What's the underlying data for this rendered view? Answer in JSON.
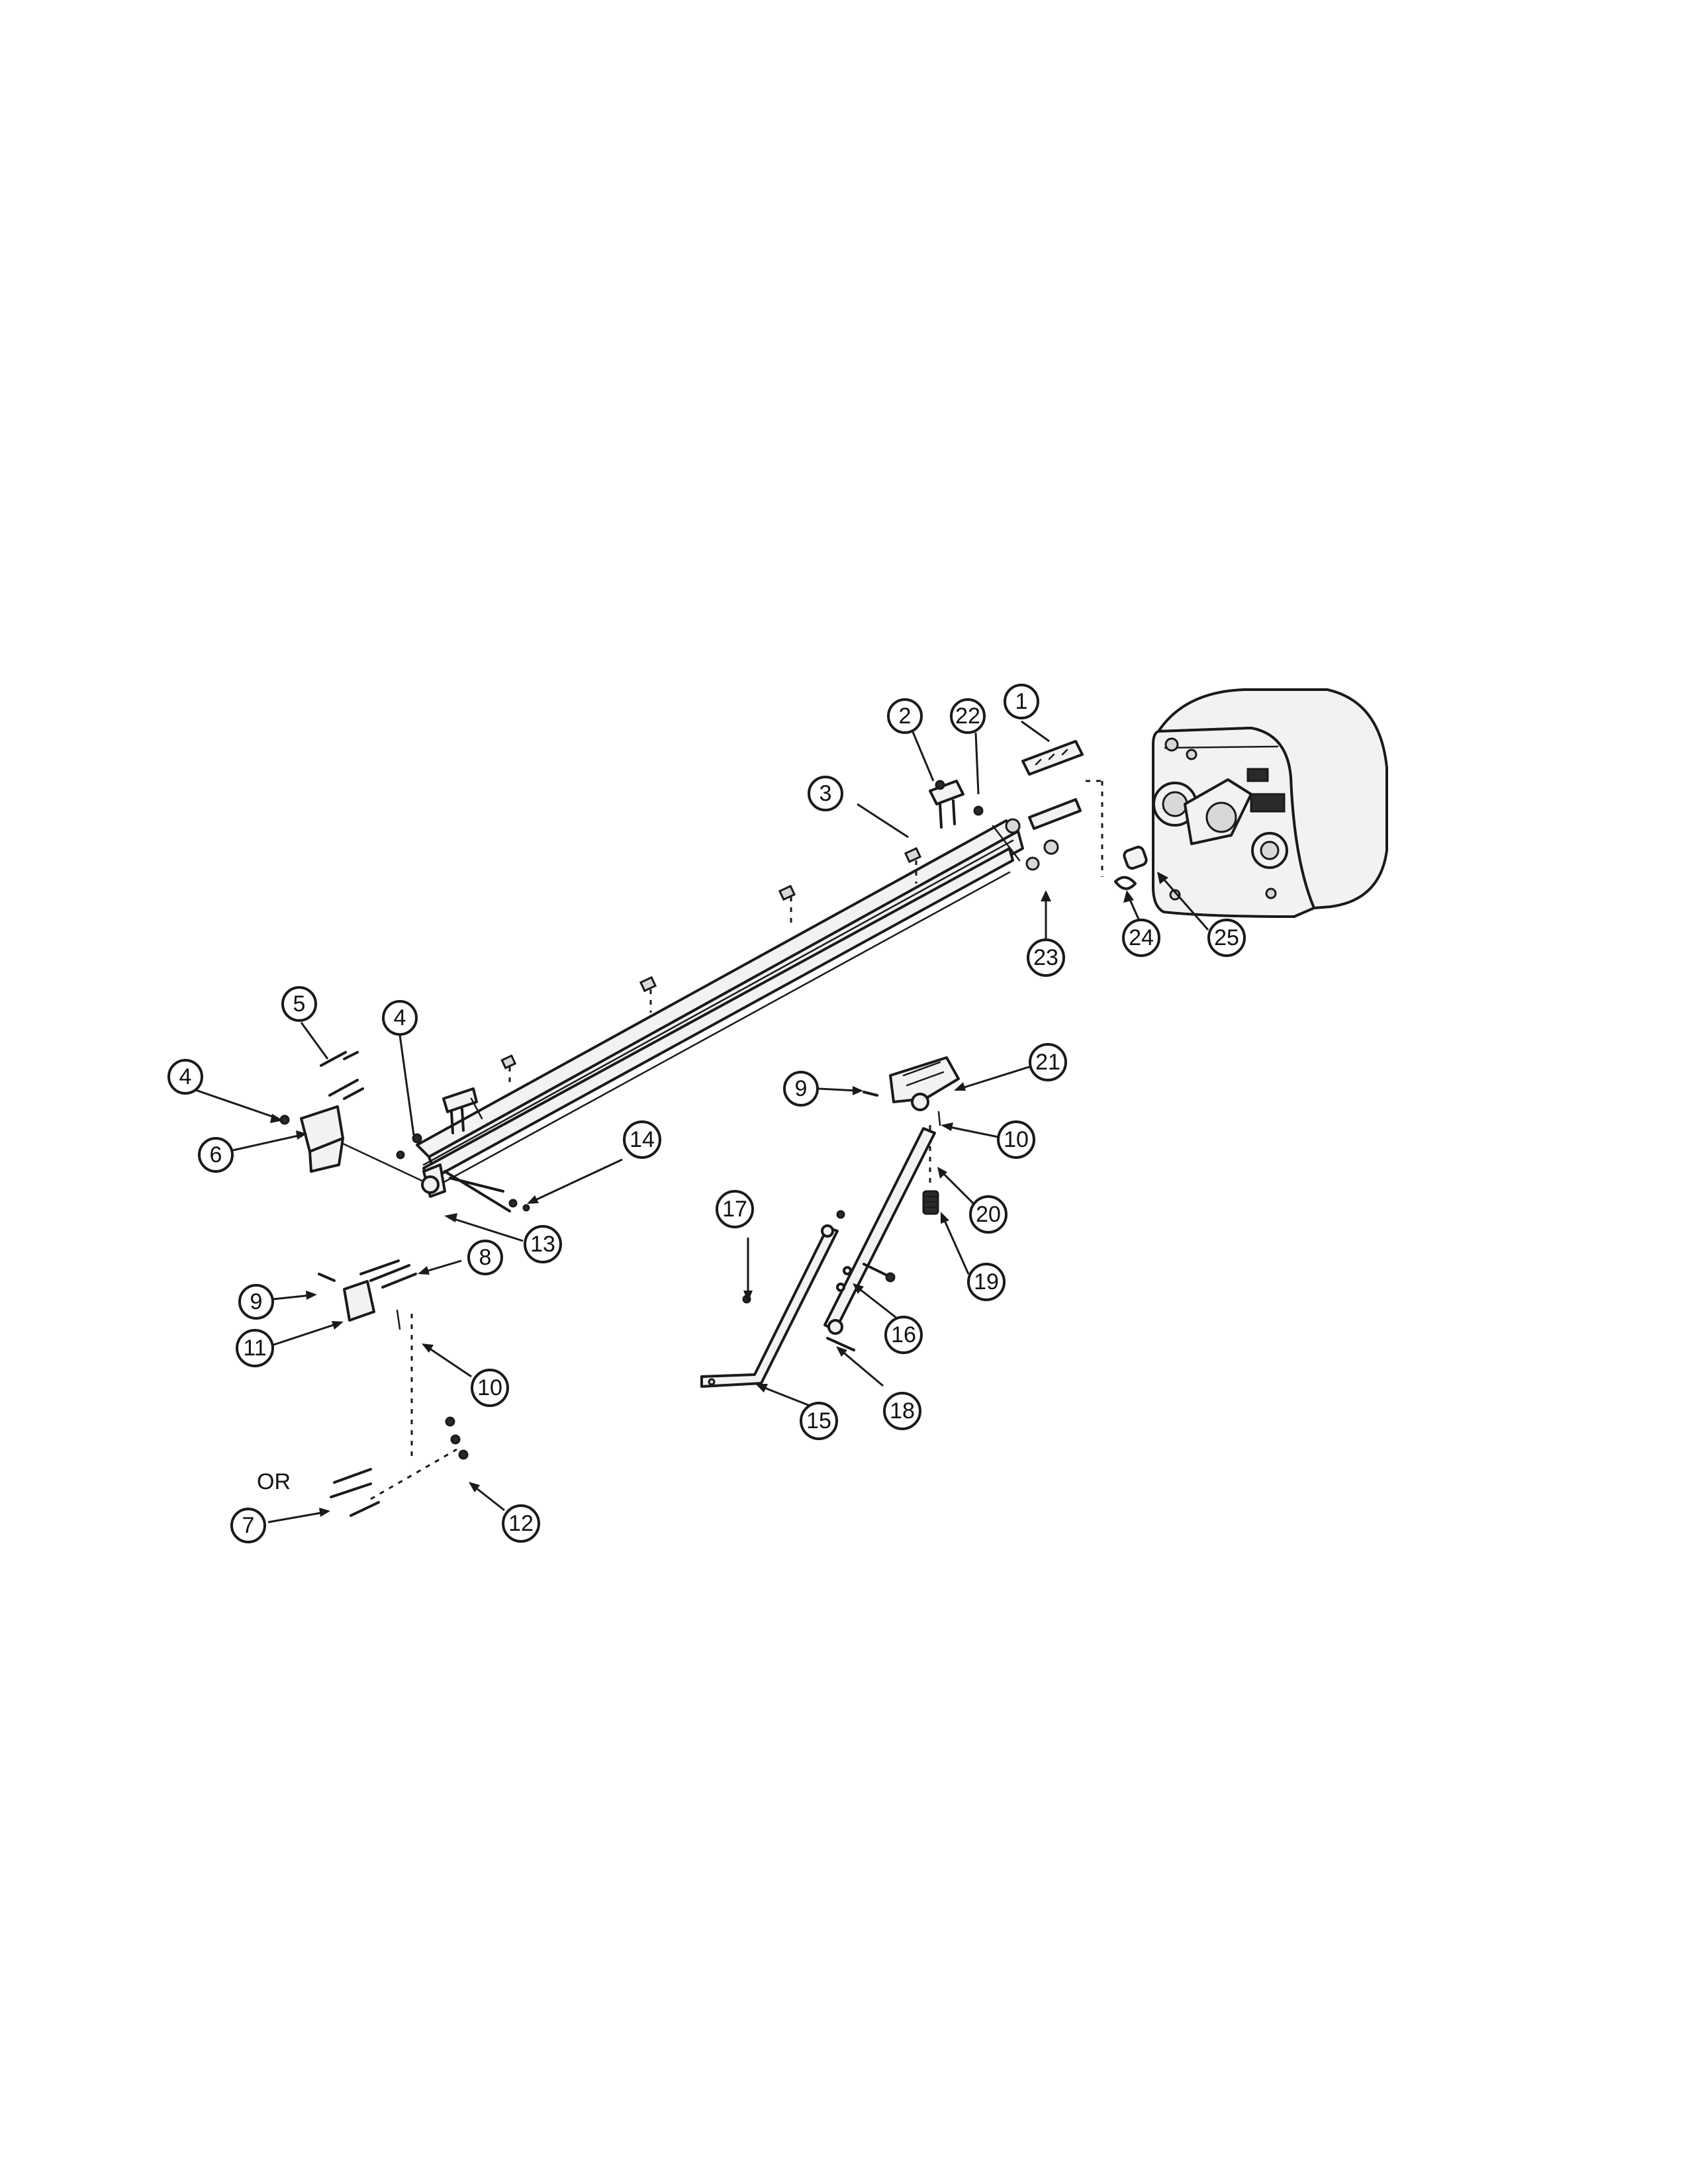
{
  "diagram": {
    "or_label": "OR",
    "callouts": [
      {
        "id": "c1",
        "label": "1"
      },
      {
        "id": "c2",
        "label": "2"
      },
      {
        "id": "c22",
        "label": "22"
      },
      {
        "id": "c3",
        "label": "3"
      },
      {
        "id": "c5",
        "label": "5"
      },
      {
        "id": "c4a",
        "label": "4"
      },
      {
        "id": "c4b",
        "label": "4"
      },
      {
        "id": "c6",
        "label": "6"
      },
      {
        "id": "c14",
        "label": "14"
      },
      {
        "id": "c13",
        "label": "13"
      },
      {
        "id": "c8",
        "label": "8"
      },
      {
        "id": "c9a",
        "label": "9"
      },
      {
        "id": "c11",
        "label": "11"
      },
      {
        "id": "c10a",
        "label": "10"
      },
      {
        "id": "c7",
        "label": "7"
      },
      {
        "id": "c12",
        "label": "12"
      },
      {
        "id": "c23",
        "label": "23"
      },
      {
        "id": "c24",
        "label": "24"
      },
      {
        "id": "c25",
        "label": "25"
      },
      {
        "id": "c9b",
        "label": "9"
      },
      {
        "id": "c21",
        "label": "21"
      },
      {
        "id": "c10b",
        "label": "10"
      },
      {
        "id": "c20",
        "label": "20"
      },
      {
        "id": "c19",
        "label": "19"
      },
      {
        "id": "c17",
        "label": "17"
      },
      {
        "id": "c16",
        "label": "16"
      },
      {
        "id": "c15",
        "label": "15"
      },
      {
        "id": "c18",
        "label": "18"
      }
    ]
  }
}
